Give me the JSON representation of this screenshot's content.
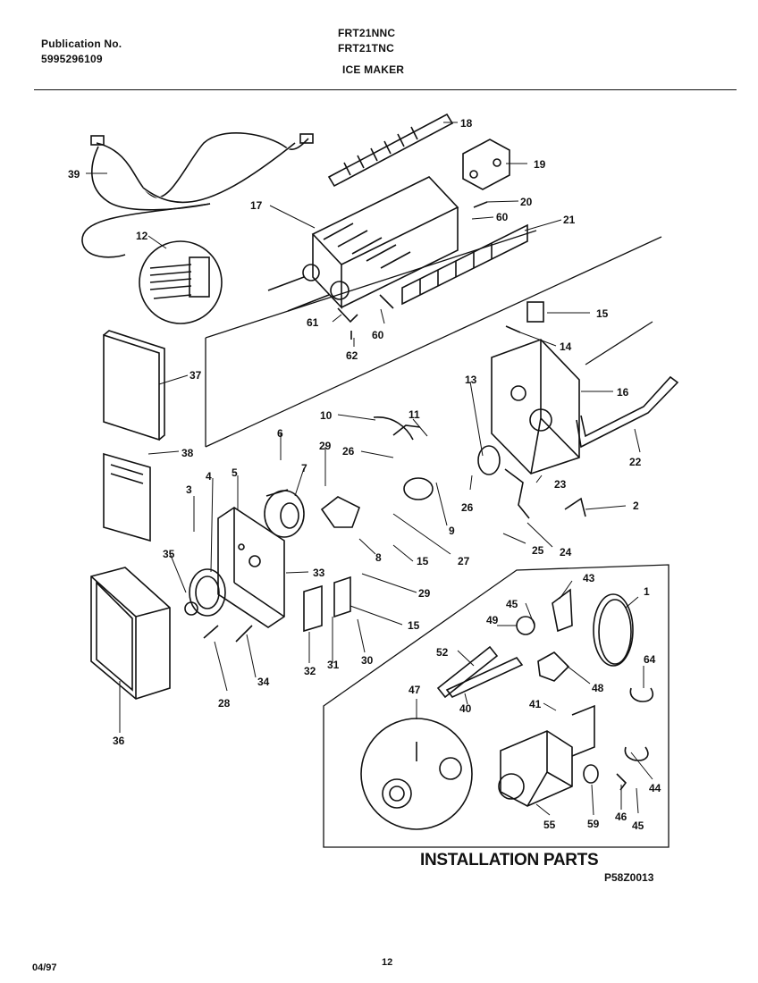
{
  "header": {
    "publication_label": "Publication No.",
    "publication_number": "5995296109",
    "model_1": "FRT21NNC",
    "model_2": "FRT21TNC",
    "section": "ICE MAKER"
  },
  "callouts": [
    "18",
    "19",
    "20",
    "60",
    "21",
    "17",
    "39",
    "12",
    "15",
    "14",
    "16",
    "61",
    "60",
    "62",
    "37",
    "10",
    "11",
    "13",
    "22",
    "6",
    "29",
    "26",
    "26",
    "23",
    "38",
    "3",
    "4",
    "5",
    "7",
    "9",
    "2",
    "8",
    "15",
    "27",
    "25",
    "24",
    "35",
    "33",
    "29",
    "15",
    "28",
    "34",
    "32",
    "31",
    "30",
    "36",
    "43",
    "1",
    "45",
    "49",
    "52",
    "48",
    "64",
    "40",
    "47",
    "41",
    "44",
    "59",
    "46",
    "45",
    "55"
  ],
  "installation_caption": "INSTALLATION PARTS",
  "figure_code": "P58Z0013",
  "footer": {
    "date": "04/97",
    "page": "12"
  }
}
